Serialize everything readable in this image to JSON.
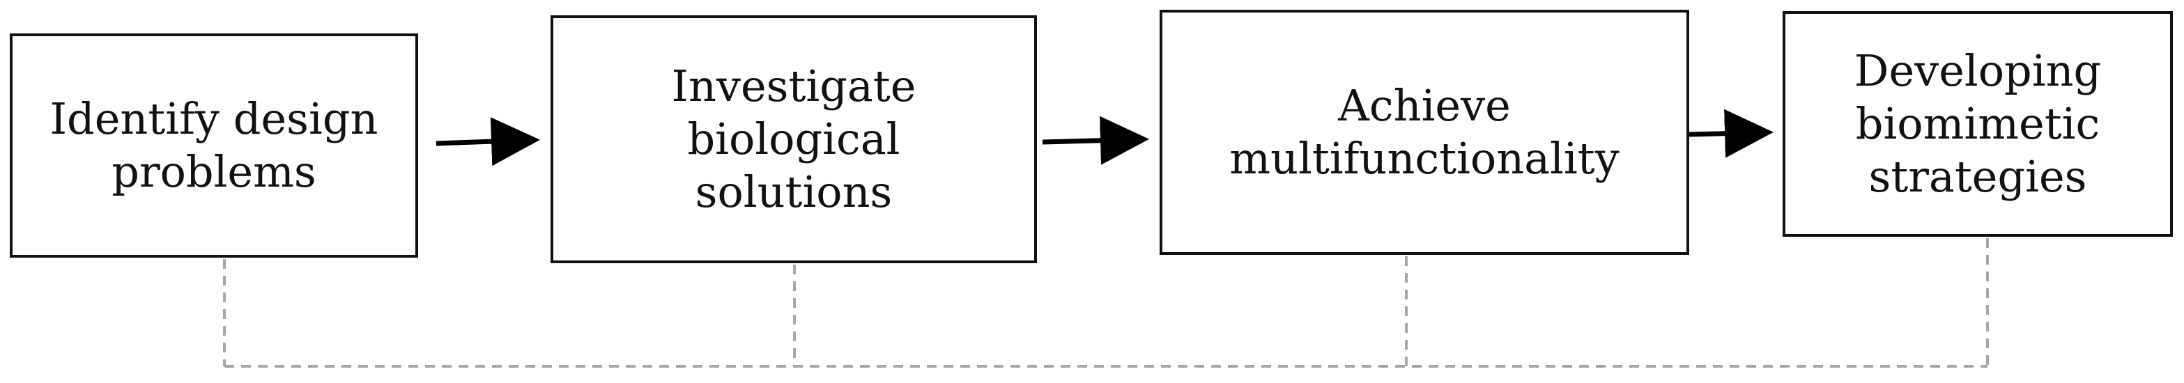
{
  "diagram": {
    "steps": [
      {
        "label": "Identify design\nproblems"
      },
      {
        "label": "Investigate\nbiological\nsolutions"
      },
      {
        "label": "Achieve\nmultifunctionality"
      },
      {
        "label": "Developing\nbiomimetic\nstrategies"
      }
    ],
    "colors": {
      "box_border": "#111111",
      "text": "#111111",
      "arrow": "#000000",
      "feedback_line": "#a6a6a6",
      "background": "#ffffff"
    }
  }
}
